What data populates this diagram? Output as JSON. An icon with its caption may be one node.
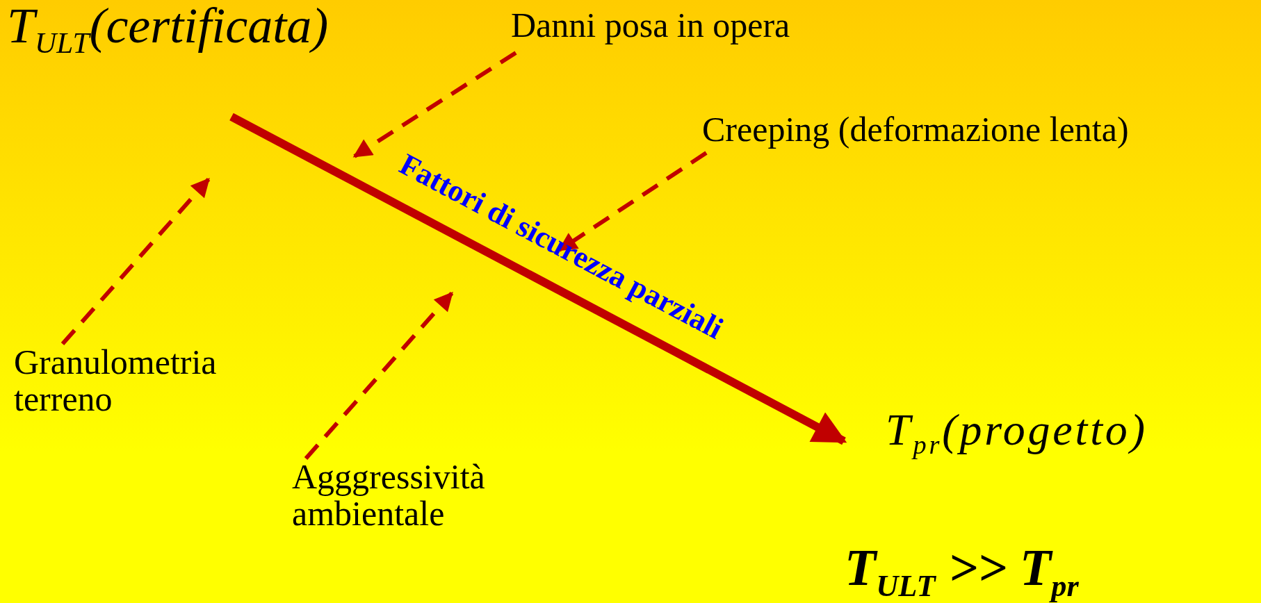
{
  "diagram": {
    "nodes": [
      {
        "text": [
          "T$_{ULT}$(certificata)"
        ]
      },
      {
        "text": [
          "Danni posa in opera"
        ]
      },
      {
        "text": [
          "Creeping (deformazione lenta)"
        ]
      },
      {
        "text": [
          "T$_{pr}$(progetto)"
        ]
      },
      {
        "text": [
          "Granulometria terreno"
        ]
      },
      {
        "text": [
          "Agggressività ambientale"
        ]
      }
    ],
    "edges": [
      {
        "from": 0,
        "to": 3,
        "arrow": "to",
        "label": "Fattori di sicurezza parziali",
        "style": "thick"
      },
      {
        "from": 1,
        "to": null,
        "arrow": "to",
        "style": "dashed"
      },
      {
        "from": 2,
        "to": null,
        "arrow": "to",
        "style": "dashed"
      },
      {
        "from": 4,
        "to": null,
        "arrow": "to",
        "style": "dashed"
      },
      {
        "from": 5,
        "to": null,
        "arrow": "to",
        "style": "dashed"
      }
    ],
    "labels": [
      "T$_{ULT}$ >> T$_{pr}$"
    ]
  }
}
